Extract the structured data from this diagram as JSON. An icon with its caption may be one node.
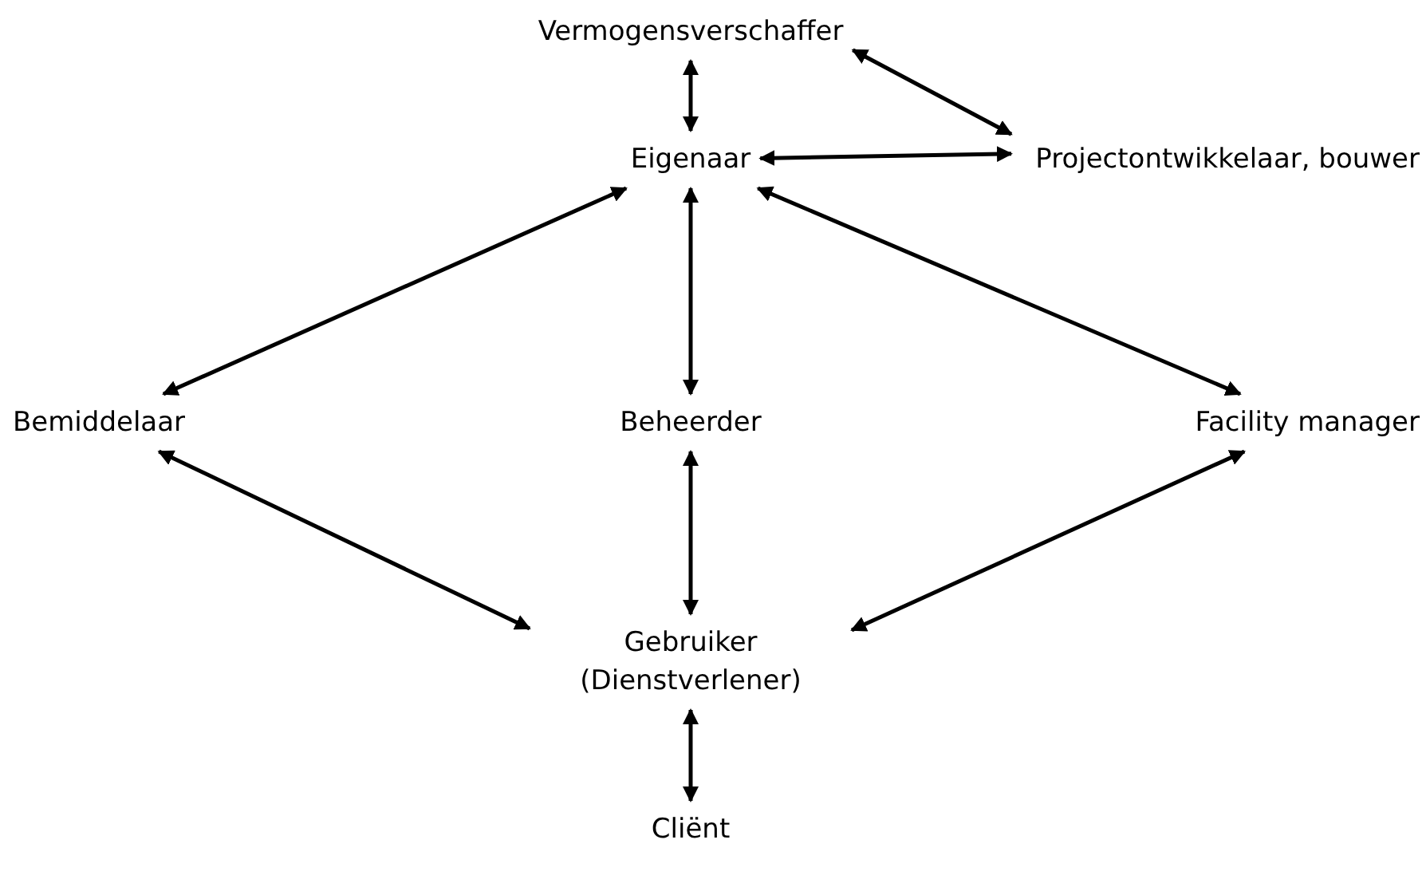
{
  "diagram": {
    "nodes": [
      {
        "text": [
          "Vermogensverschaffer"
        ]
      },
      {
        "text": [
          "Eigenaar"
        ]
      },
      {
        "text": [
          "Projectontwikkelaar, bouwer"
        ]
      },
      {
        "text": [
          "Bemiddelaar"
        ]
      },
      {
        "text": [
          "Beheerder"
        ]
      },
      {
        "text": [
          "Facility manager"
        ]
      },
      {
        "text": [
          "Gebruiker (Dienstverlener)"
        ]
      },
      {
        "text": [
          "Cliënt"
        ]
      }
    ],
    "edges": [
      {
        "from": 0,
        "to": 1,
        "arrow": "both"
      },
      {
        "from": 0,
        "to": 2,
        "arrow": "both"
      },
      {
        "from": 1,
        "to": 2,
        "arrow": "both"
      },
      {
        "from": 1,
        "to": 3,
        "arrow": "both"
      },
      {
        "from": 1,
        "to": 4,
        "arrow": "both"
      },
      {
        "from": 1,
        "to": 5,
        "arrow": "both"
      },
      {
        "from": 3,
        "to": 6,
        "arrow": "both"
      },
      {
        "from": 4,
        "to": 6,
        "arrow": "both"
      },
      {
        "from": 5,
        "to": 6,
        "arrow": "both"
      },
      {
        "from": 6,
        "to": 7,
        "arrow": "both"
      }
    ]
  }
}
